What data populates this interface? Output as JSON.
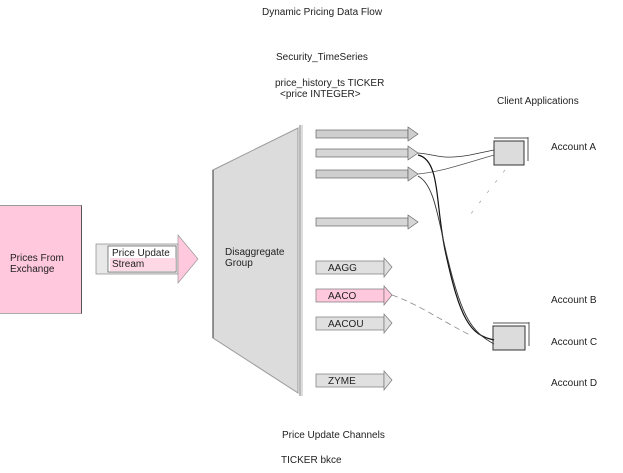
{
  "title": "Dynamic Pricing Data Flow",
  "schema": {
    "title": "Security_TimeSeries",
    "line1": "price_history_ts TICKER",
    "line2": "<price INTEGER>"
  },
  "source": {
    "label_line1": "Prices From",
    "label_line2": "Exchange"
  },
  "stream": {
    "label_line1": "Price Update",
    "label_line2": "Stream"
  },
  "group": {
    "label_line1": "Disaggregate",
    "label_line2": "Group"
  },
  "channels": {
    "unlabeled_count": 4,
    "tickers": [
      {
        "label": "AAGG",
        "highlighted": false
      },
      {
        "label": "AACO",
        "highlighted": true
      },
      {
        "label": "AACOU",
        "highlighted": false
      },
      {
        "label": "ZYME",
        "highlighted": false
      }
    ]
  },
  "clients": {
    "title": "Client Applications",
    "accounts": [
      "Account A",
      "Account B",
      "Account C",
      "Account D"
    ]
  },
  "footer": {
    "line1": "Price Update Channels",
    "line2": "TICKER bkce"
  },
  "colors": {
    "highlight": "#ffc8dc",
    "node_fill": "#dcdcdc",
    "stroke": "#222222"
  }
}
